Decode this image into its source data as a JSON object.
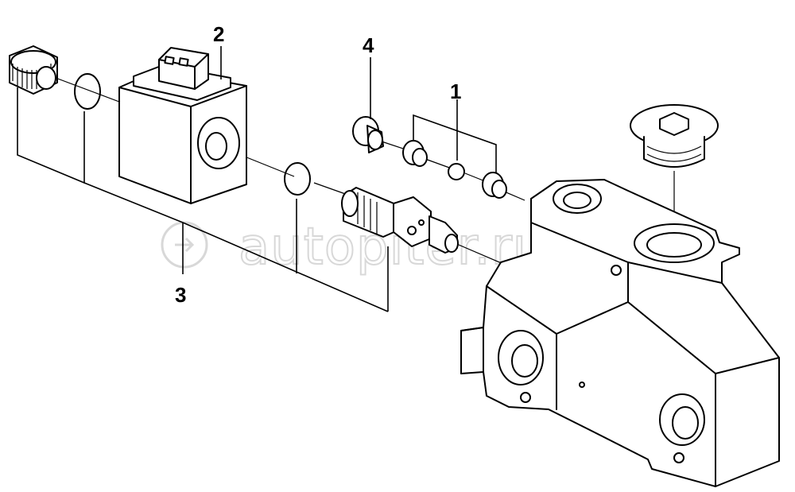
{
  "callouts": [
    {
      "id": "1",
      "label": "1"
    },
    {
      "id": "2",
      "label": "2"
    },
    {
      "id": "3",
      "label": "3"
    },
    {
      "id": "4",
      "label": "4"
    }
  ],
  "watermark": {
    "text": "autopiter.ru"
  },
  "colors": {
    "ink": "#000000",
    "background": "#ffffff",
    "watermark": "#d8d8d8"
  }
}
